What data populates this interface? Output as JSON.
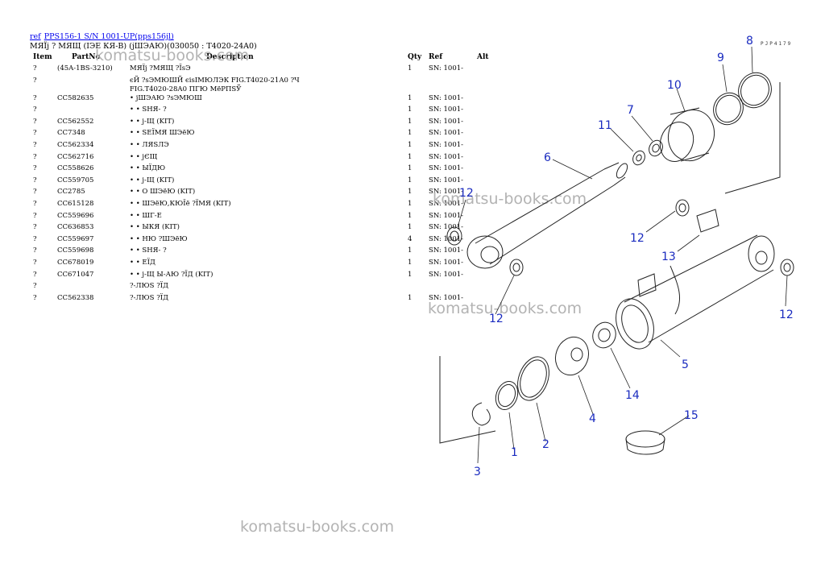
{
  "header": {
    "ref_label": "ref",
    "model_link": "PPS156-1 S/N 1001-UP(pps156jl)",
    "subtitle": "МЯЇј ? МЯЩ (ІЭЕ КЯ-В) (јШЭАЮ)(030050 : T4020-24A0)"
  },
  "table": {
    "columns": [
      "Item",
      "PartNo",
      "Description",
      "Qty",
      "Ref",
      "Alt"
    ],
    "rows": [
      {
        "item": "?",
        "part": "(45A-1BS-3210)",
        "desc": "МЯЇј ?МЯЩ ?ЇѕЭ",
        "qty": "1",
        "ref": "SN: 1001-",
        "alt": ""
      },
      {
        "item": "?",
        "part": "",
        "desc": "єЙ ?ѕЭМЮШЙ єisІМЮЛЭК FIG.T4020-21A0 ?Ч\nFIG.T4020-28A0 ПГЮ МёРПSЎ",
        "qty": "",
        "ref": "",
        "alt": ""
      },
      {
        "item": "?",
        "part": "CC582635",
        "desc": "• јШЭАЮ ?ѕЭМЮШ",
        "qty": "1",
        "ref": "SN: 1001-",
        "alt": ""
      },
      {
        "item": "?",
        "part": "",
        "desc": "• • SНЯ- ?",
        "qty": "1",
        "ref": "SN: 1001-",
        "alt": ""
      },
      {
        "item": "?",
        "part": "CC562552",
        "desc": "• • ј-Щ (KIT)",
        "qty": "1",
        "ref": "SN: 1001-",
        "alt": ""
      },
      {
        "item": "?",
        "part": "CC7348",
        "desc": "• • SЕЇМЯ ШЭёЮ",
        "qty": "1",
        "ref": "SN: 1001-",
        "alt": ""
      },
      {
        "item": "?",
        "part": "CC562334",
        "desc": "• • ЛЯЅЛЭ",
        "qty": "1",
        "ref": "SN: 1001-",
        "alt": ""
      },
      {
        "item": "?",
        "part": "CC562716",
        "desc": "• • јЄЩ",
        "qty": "1",
        "ref": "SN: 1001-",
        "alt": ""
      },
      {
        "item": "?",
        "part": "CC558626",
        "desc": "• • ЫЇДЮ",
        "qty": "1",
        "ref": "SN: 1001-",
        "alt": ""
      },
      {
        "item": "?",
        "part": "CC559705",
        "desc": "• • ј-Щ (KIT)",
        "qty": "1",
        "ref": "SN: 1001-",
        "alt": ""
      },
      {
        "item": "?",
        "part": "CC2785",
        "desc": "• • О ШЭёЮ (KIT)",
        "qty": "1",
        "ref": "SN: 1001-",
        "alt": ""
      },
      {
        "item": "?",
        "part": "CC615128",
        "desc": "• • ШЭёЮ,КЮЇё ?ЇМЯ (KIT)",
        "qty": "1",
        "ref": "SN: 1001-",
        "alt": ""
      },
      {
        "item": "?",
        "part": "CC559696",
        "desc": "• • ШГ-Е",
        "qty": "1",
        "ref": "SN: 1001-",
        "alt": ""
      },
      {
        "item": "?",
        "part": "CC636853",
        "desc": "• • ЫКЯ (KIT)",
        "qty": "1",
        "ref": "SN: 1001-",
        "alt": ""
      },
      {
        "item": "?",
        "part": "CC559697",
        "desc": "• • НЮ ?ШЭёЮ",
        "qty": "4",
        "ref": "SN: 1001-",
        "alt": ""
      },
      {
        "item": "?",
        "part": "CC559698",
        "desc": "• • SНЯ- ?",
        "qty": "1",
        "ref": "SN: 1001-",
        "alt": ""
      },
      {
        "item": "?",
        "part": "CC678019",
        "desc": "• • ЕЇД",
        "qty": "1",
        "ref": "SN: 1001-",
        "alt": ""
      },
      {
        "item": "?",
        "part": "CC671047",
        "desc": "• • ј-Щ Ы-АЮ ?ЇД (KIT)",
        "qty": "1",
        "ref": "SN: 1001-",
        "alt": ""
      },
      {
        "item": "?",
        "part": "",
        "desc": "?-ЛЮЅ ?ЇД",
        "qty": "",
        "ref": "",
        "alt": ""
      },
      {
        "item": "?",
        "part": "CC562338",
        "desc": "?-ЛЮЅ ?ЇД",
        "qty": "1",
        "ref": "SN: 1001-",
        "alt": ""
      }
    ]
  },
  "watermarks": [
    "komatsu-books.com",
    "komatsu-books.com",
    "komatsu-books.com",
    "komatsu-books.com"
  ],
  "diagram": {
    "code": "PJP4179",
    "callouts": [
      "8",
      "9",
      "10",
      "7",
      "11",
      "6",
      "12",
      "12",
      "13",
      "12",
      "12",
      "5",
      "14",
      "4",
      "2",
      "1",
      "3",
      "15"
    ]
  },
  "colors": {
    "link": "#0000ee",
    "callout": "#1a2bbf",
    "watermark": "#b3b3b3"
  }
}
